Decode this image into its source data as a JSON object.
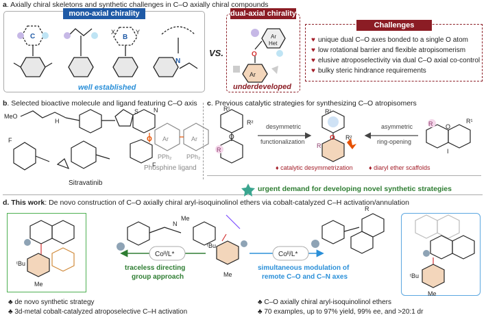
{
  "section_a": {
    "letter": "a",
    "title": ". Axially chiral skeletons and synthetic challenges in C–O axially chiral compounds",
    "mono_label": "mono-axial chirality",
    "mono_caption": "well established",
    "vs_label": "VS.",
    "dual_label": "dual-axial chirality",
    "dual_caption": "underdeveloped",
    "atom_c": "C",
    "atom_b": "B",
    "atom_n": "N",
    "atom_x": "X",
    "atom_y": "Y",
    "atom_o": "O",
    "ring_ar": "Ar",
    "ring_het": "Het",
    "challenges_title": "Challenges",
    "challenges": [
      "unique dual C–O axes bonded to a single O atom",
      "low rotational barrier and flexible atropisomerism",
      "elusive atroposelectivity via dual C–O axial co-control",
      "bulky steric hindrance requirements"
    ]
  },
  "section_b": {
    "letter": "b",
    "title": ". Selected bioactive molecule and ligand featuring C–O axis",
    "meo": "MeO",
    "nh": "H",
    "n": "N",
    "s": "S",
    "f1": "F",
    "f2": "F",
    "o": "O",
    "sitravatinib": "Sitravatinib",
    "ar1": "Ar",
    "ar2": "Ar",
    "pph2_1": "PPh₂",
    "pph2_2": "PPh₂",
    "ligand": "Phosphine ligand"
  },
  "section_c": {
    "letter": "c",
    "title": ". Previous catalytic strategies for synthesizing C–O atropisomers",
    "r1": "R¹",
    "r2": "R²",
    "r": "R",
    "o": "O",
    "i": "I",
    "desym1": "desymmetric",
    "desym2": "functionalization",
    "asym1": "asymmetric",
    "asym2": "ring-opening",
    "bullet1": "catalytic desymmetrization",
    "bullet2": "diaryl ether scaffolds",
    "urgent": "urgent demand for developing novel synthetic strategies"
  },
  "section_d": {
    "letter": "d",
    "bold": ". This work",
    "title": ": De novo construction of C–O axially chiral aryl-isoquinolinol ethers via cobalt-catalyzed C–H activation/annulation",
    "catalyst_left": "Coᴵᴵ/L*",
    "catalyst_right": "Coᴵᴵ/L*",
    "left_label1": "traceless directing",
    "left_label2": "group approach",
    "right_label1": "simultaneous modulation of",
    "right_label2": "remote C–O and C–N axes",
    "tbu": "ᵗBu",
    "me": "Me",
    "n_me": "N",
    "methyl": "Me",
    "left_notes": [
      "de novo synthetic strategy",
      "3d-metal cobalt-catalyzed atroposelective C–H activation"
    ],
    "right_notes": [
      "C–O axially chiral aryl-isoquinolinol ethers",
      "70 examples, up to 97% yield, 99% ee, and >20:1 dr"
    ]
  },
  "colors": {
    "mono_blue": "#1f5aa6",
    "dual_red": "#8b1c24",
    "caption_blue": "#2a8fd8",
    "green": "#2e7d32",
    "pink_bg": "#f4d7ea",
    "teal_star": "#3aa58f"
  }
}
